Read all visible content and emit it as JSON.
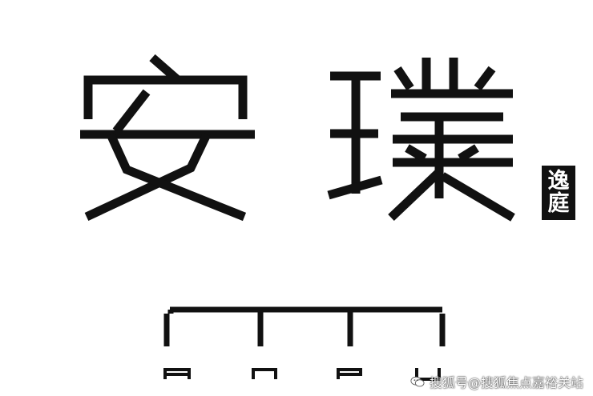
{
  "logo": {
    "main_text": "安璞",
    "badge_line1": "逸",
    "badge_line2": "庭",
    "sub_letters": "A N P U"
  },
  "watermark": {
    "text": "搜狐号@搜狐焦点嘉裕关站",
    "icon": "chat-bubble-icon"
  },
  "colors": {
    "ink": "#111111",
    "background": "#ffffff",
    "badge_text": "#ffffff"
  }
}
